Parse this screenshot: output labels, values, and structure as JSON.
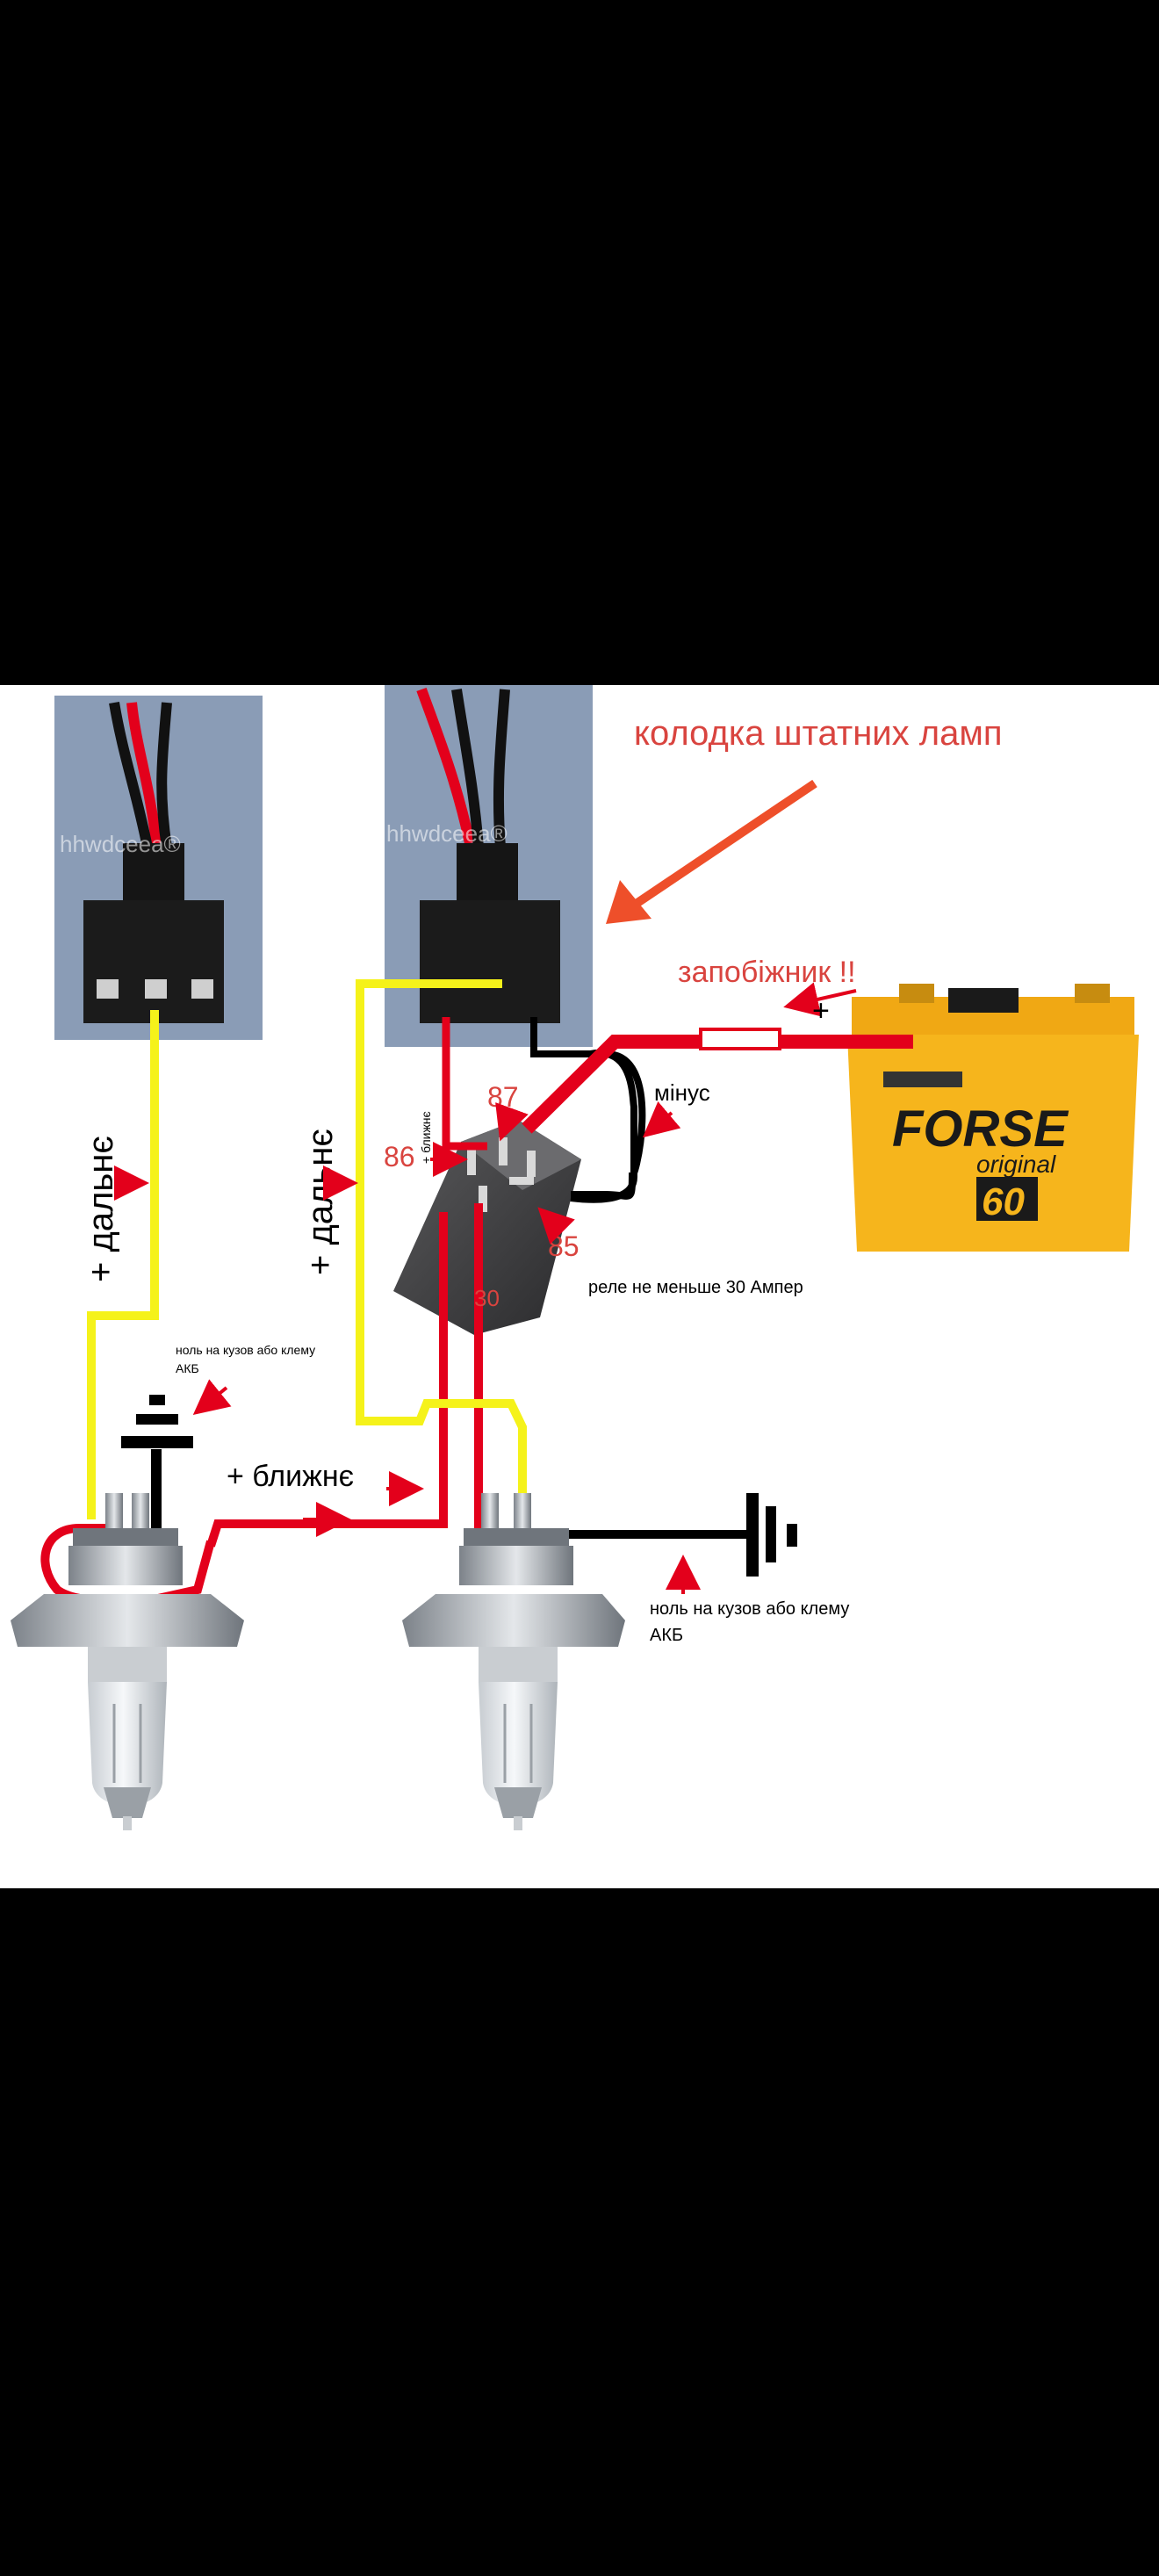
{
  "labels": {
    "connector_title": "колодка штатних ламп",
    "fuse": "запобіжник !!",
    "plus": "+",
    "minus": "мінус",
    "relay_note": "реле не меньше 30 Ампер",
    "pin_86": "86",
    "pin_87": "87",
    "pin_85": "85",
    "pin_30": "30",
    "high_beam_left": "+ дальнє",
    "high_beam_right": "+ дальнє",
    "low_beam_small": "+ ближнє",
    "low_beam_main": "+ ближнє",
    "ground_left_line1": "ноль на кузов або клему",
    "ground_left_line2": "АКБ",
    "ground_right_line1": "ноль на кузов або клему",
    "ground_right_line2": "АКБ",
    "watermark_left": "hhwdceea®",
    "watermark_right": "hhwdceea®",
    "battery_brand": "FORSE",
    "battery_sub": "original",
    "battery_capacity": "60"
  },
  "colors": {
    "background": "#ffffff",
    "screen": "#000000",
    "wire_red": "#e3001b",
    "wire_yellow": "#f5f21a",
    "wire_black": "#000000",
    "annotation_red": "#d9443f",
    "arrow_orange": "#ee4f2a",
    "battery_yellow": "#f6b51c",
    "photo_bg": "#8a9cb6"
  }
}
